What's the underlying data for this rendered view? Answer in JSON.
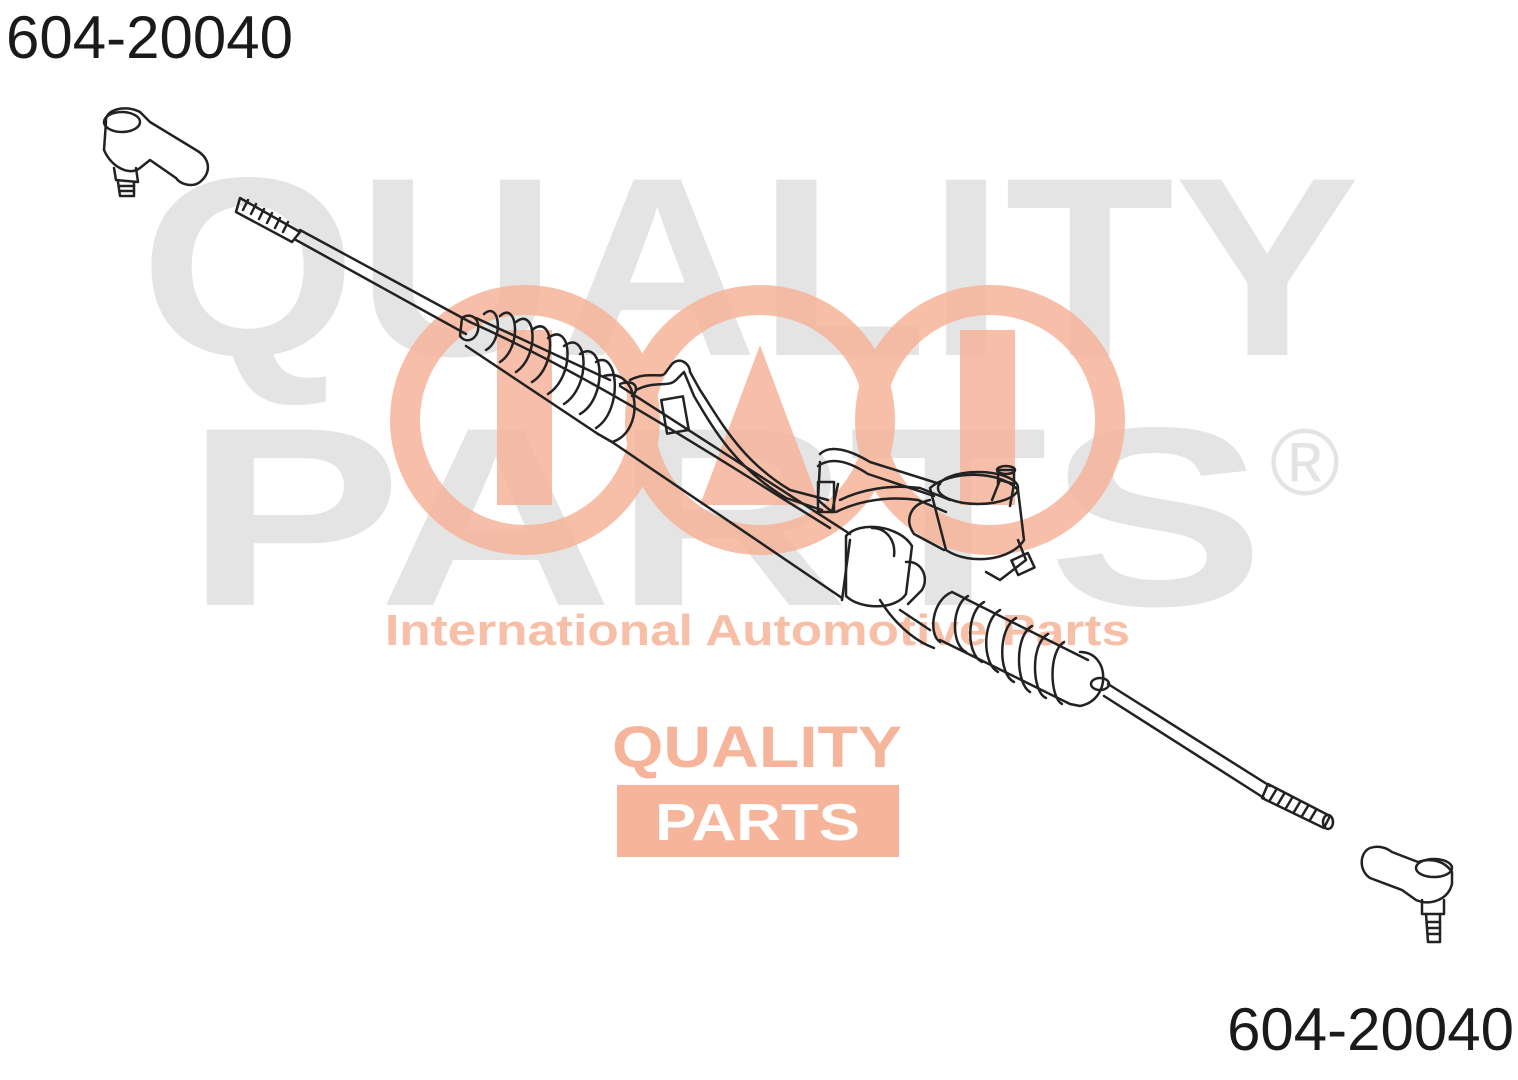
{
  "part_number_top": "604-20040",
  "part_number_bottom": "604-20040",
  "watermark": {
    "line1": "QUALITY",
    "line2": "PARTS",
    "registered": "®",
    "tagline": "International Automotive Parts",
    "badge_line1": "QUALITY",
    "badge_line2": "PARTS",
    "gray_color": "#e4e4e4",
    "brand_color": "#f6b49a"
  },
  "drawing": {
    "subject": "steering rack with tie rod ends",
    "line_color": "#222222"
  }
}
